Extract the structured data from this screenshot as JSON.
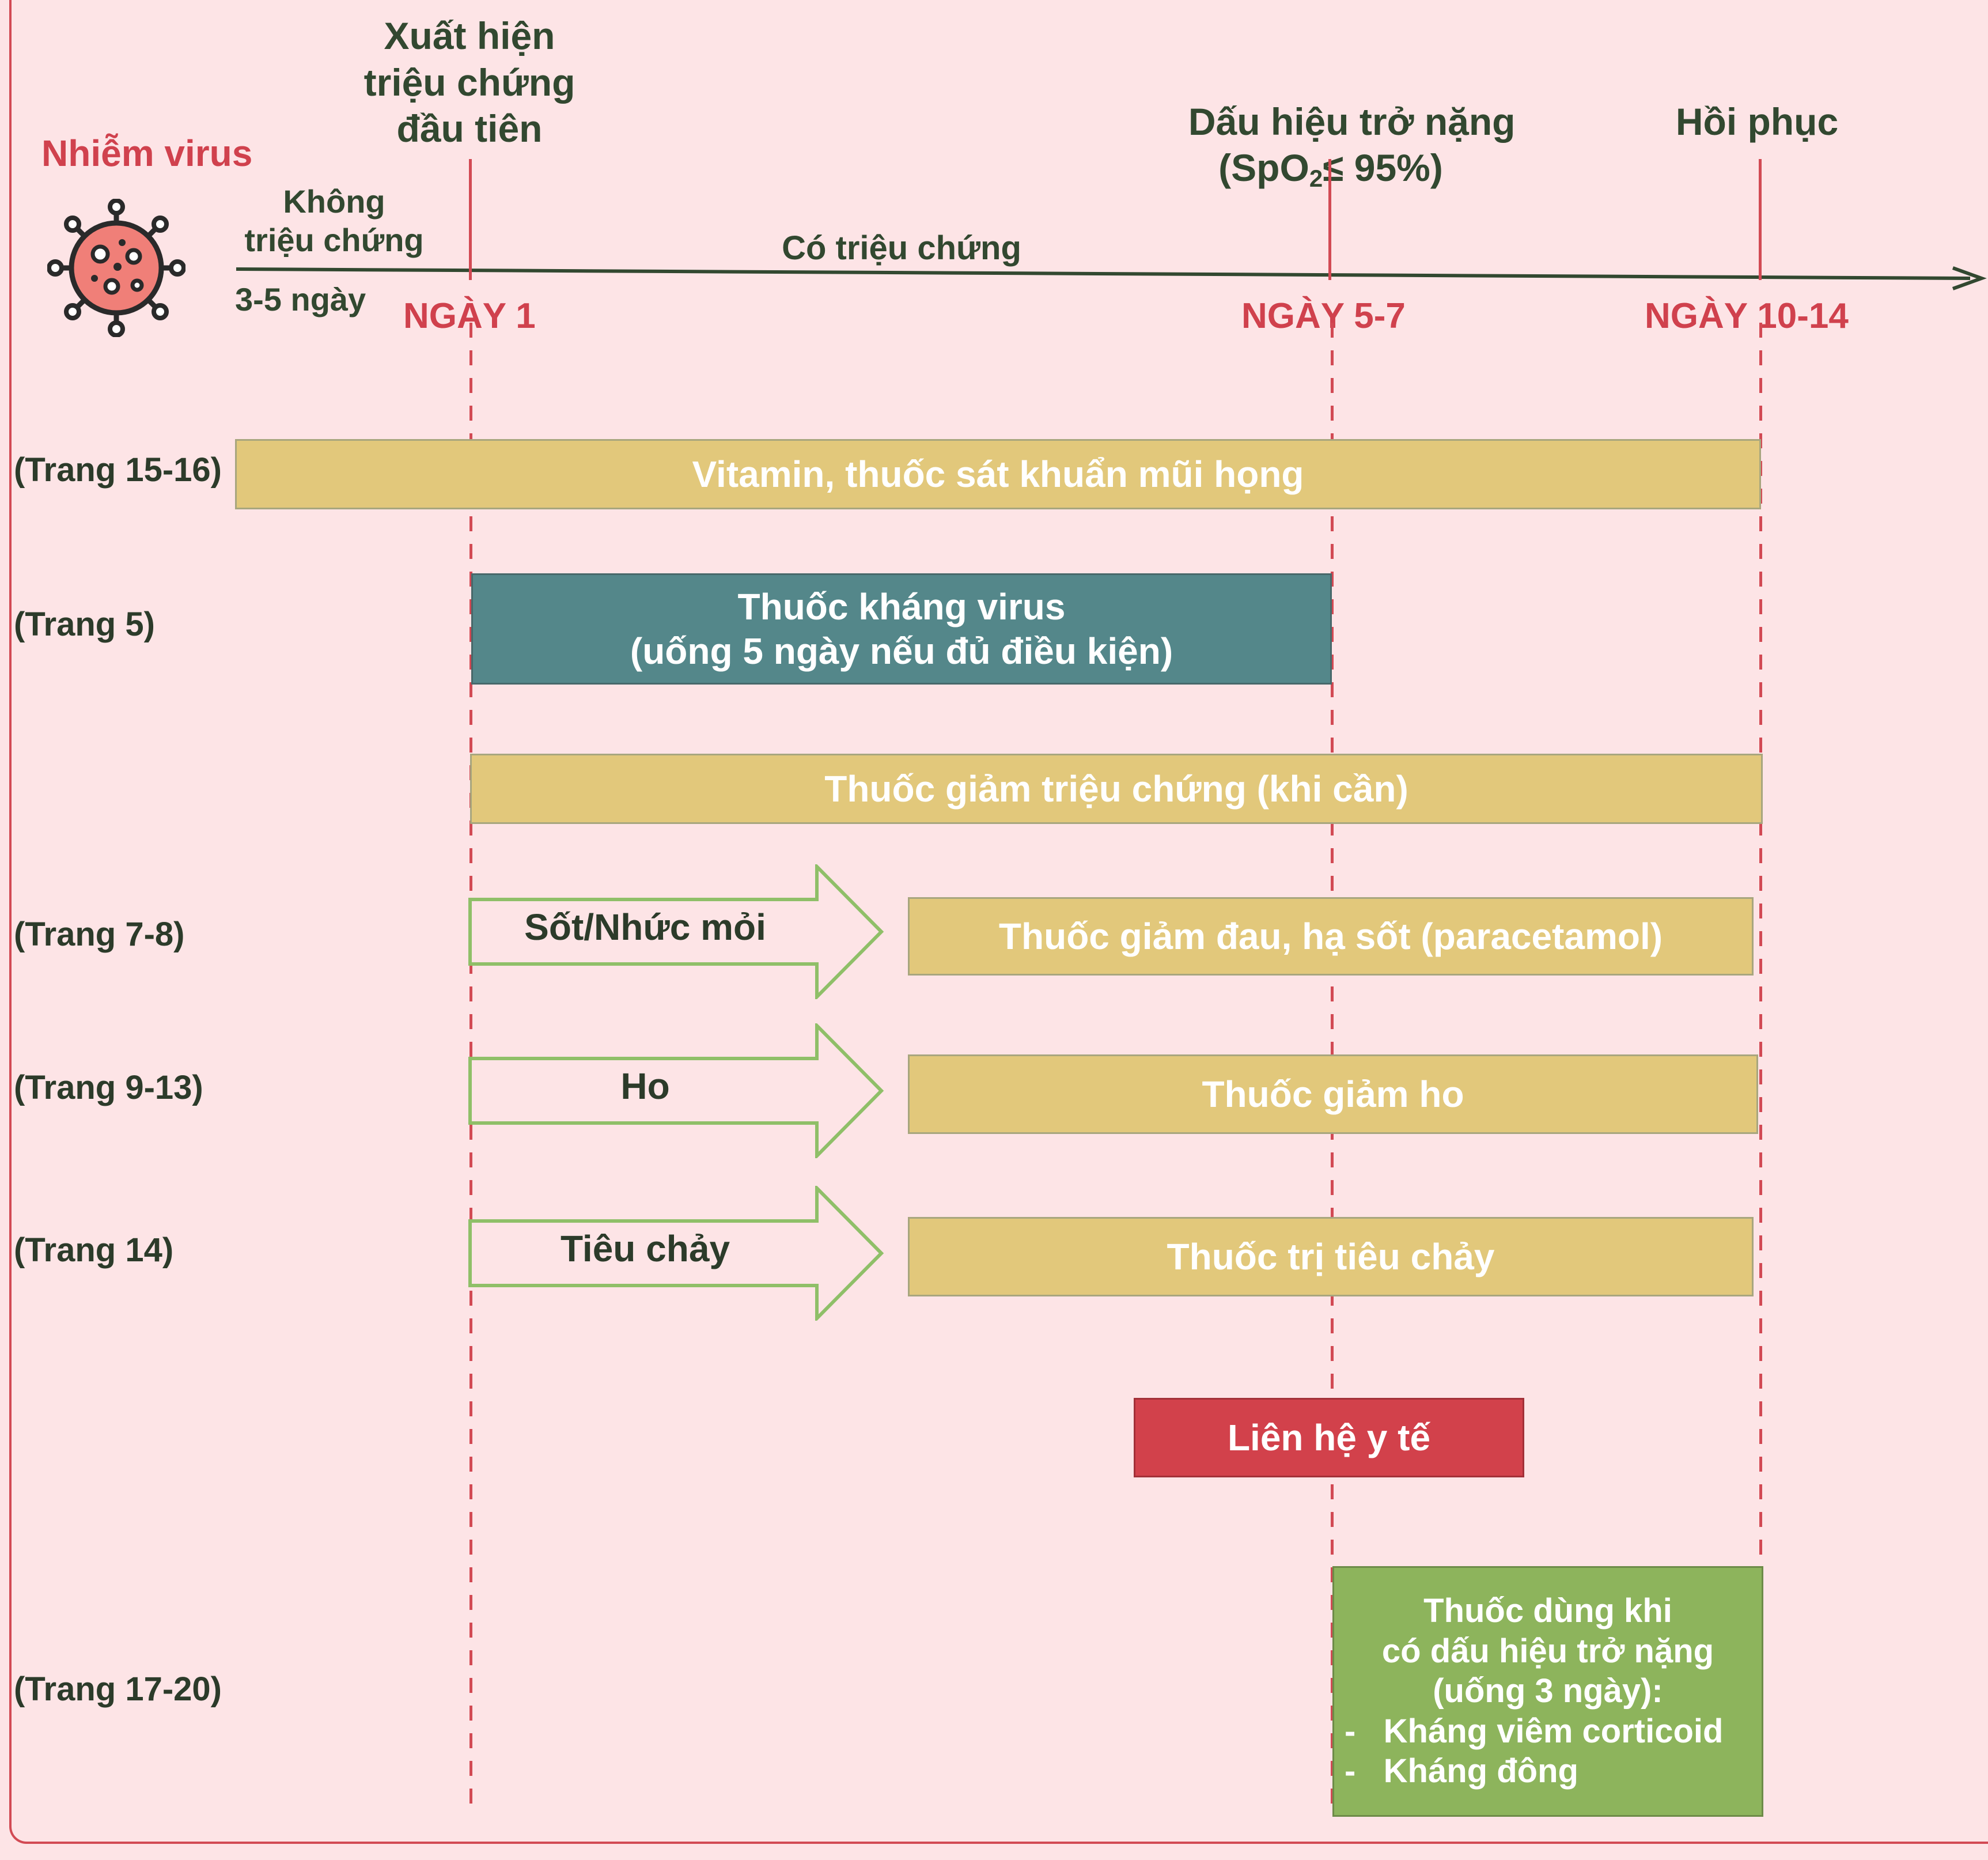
{
  "header": {
    "infection": "Nhiễm virus",
    "first_symptom": "Xuất hiện\ntriệu chứng\nđầu tiên",
    "severe_sign_line1": "Dấu hiệu trở nặng",
    "severe_sign_prefix": "(SpO",
    "severe_sign_sub": "2",
    "severe_sign_suffix": "≤ 95%)",
    "recovery": "Hồi phục",
    "asymptomatic": "Không\ntriệu chứng",
    "incubation": "3-5 ngày",
    "symptomatic": "Có triệu chứng",
    "day1": "NGÀY 1",
    "day5_7": "NGÀY 5-7",
    "day10_14": "NGÀY 10-14"
  },
  "rows": {
    "vitamin": {
      "ref": "(Trang 15-16)",
      "label": "Vitamin, thuốc sát khuẩn mũi họng"
    },
    "antiviral": {
      "ref": "(Trang 5)",
      "label": "Thuốc kháng virus\n(uống 5 ngày nếu đủ điều kiện)"
    },
    "symptom_relief": {
      "label": "Thuốc giảm triệu chứng (khi cần)"
    },
    "fever": {
      "ref": "(Trang 7-8)",
      "arrow": "Sốt/Nhức mỏi",
      "label": "Thuốc giảm đau, hạ sốt (paracetamol)"
    },
    "cough": {
      "ref": "(Trang 9-13)",
      "arrow": "Ho",
      "label": "Thuốc giảm ho"
    },
    "diarrhea": {
      "ref": "(Trang 14)",
      "arrow": "Tiêu chảy",
      "label": "Thuốc trị tiêu chảy"
    },
    "contact": {
      "label": "Liên hệ y tế"
    },
    "severe": {
      "ref": "(Trang 17-20)",
      "label": "Thuốc dùng khi\ncó dấu hiệu trở nặng\n(uống 3 ngày):",
      "items": [
        "Kháng viêm corticoid",
        "Kháng đông"
      ]
    }
  },
  "colors": {
    "accent_red": "#d24a54",
    "gold": "#e2c87b",
    "teal": "#54878a",
    "green": "#8db45c",
    "background": "#fde4e6"
  }
}
